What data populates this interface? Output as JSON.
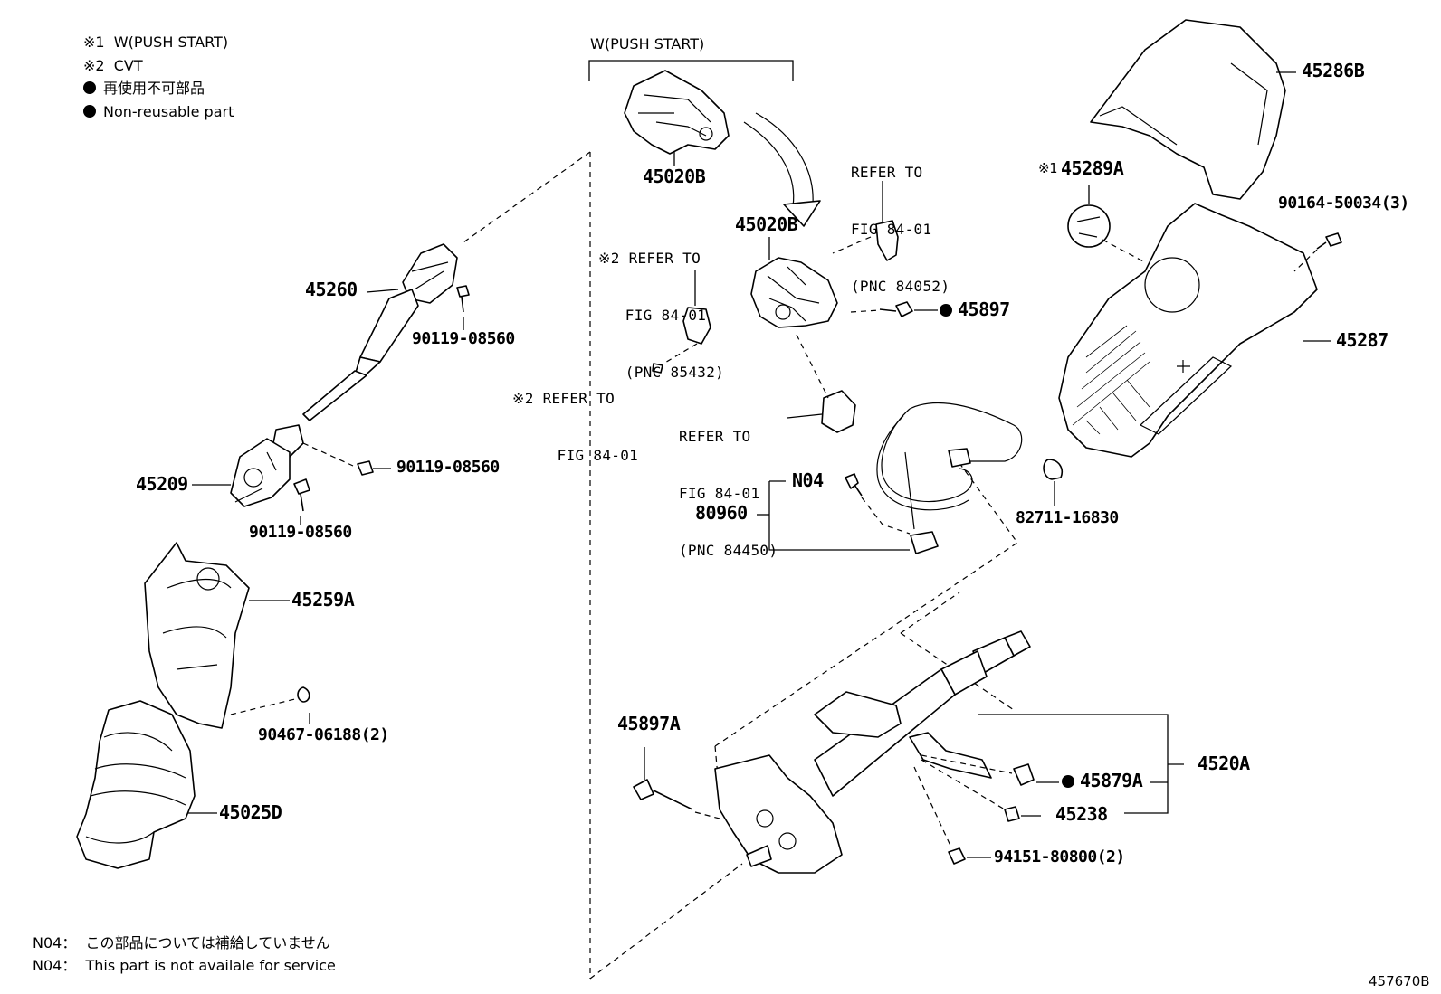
{
  "legend": {
    "note1": "※1  W(PUSH START)",
    "note2": "※2  CVT",
    "nonreusable_jp": "再使用不可部品",
    "nonreusable_en": "Non-reusable part"
  },
  "bracket_label": "W(PUSH START)",
  "parts": {
    "p45286B": "45286B",
    "p45289A": "45289A",
    "mark45289A": "※1",
    "p90164": "90164-50034(3)",
    "p45287": "45287",
    "p45020B_top": "45020B",
    "p45020B": "45020B",
    "p45260": "45260",
    "p90119_a": "90119-08560",
    "p90119_b": "90119-08560",
    "p90119_c": "90119-08560",
    "p45209": "45209",
    "p45259A": "45259A",
    "p90467": "90467-06188(2)",
    "p45025D": "45025D",
    "p45897": "45897",
    "pN04": "N04",
    "p80960": "80960",
    "p82711": "82711-16830",
    "p45897A": "45897A",
    "p4520A": "4520A",
    "p45879A": "45879A",
    "p45238": "45238",
    "p94151": "94151-80800(2)"
  },
  "refs": {
    "ref85432": [
      "※2 REFER TO",
      "   FIG 84-01",
      "   (PNC 85432)"
    ],
    "ref84052": [
      "REFER TO",
      "FIG 84-01",
      "(PNC 84052)"
    ],
    "refFig": [
      "※2 REFER TO",
      "     FIG 84-01"
    ],
    "ref84450": [
      "REFER TO",
      "FIG 84-01",
      "(PNC 84450)"
    ]
  },
  "footnotes": {
    "n04_jp": "N04：  この部品については補給していません",
    "n04_en": "N04：  This part is not availale for service"
  },
  "figure_id": "457670B"
}
